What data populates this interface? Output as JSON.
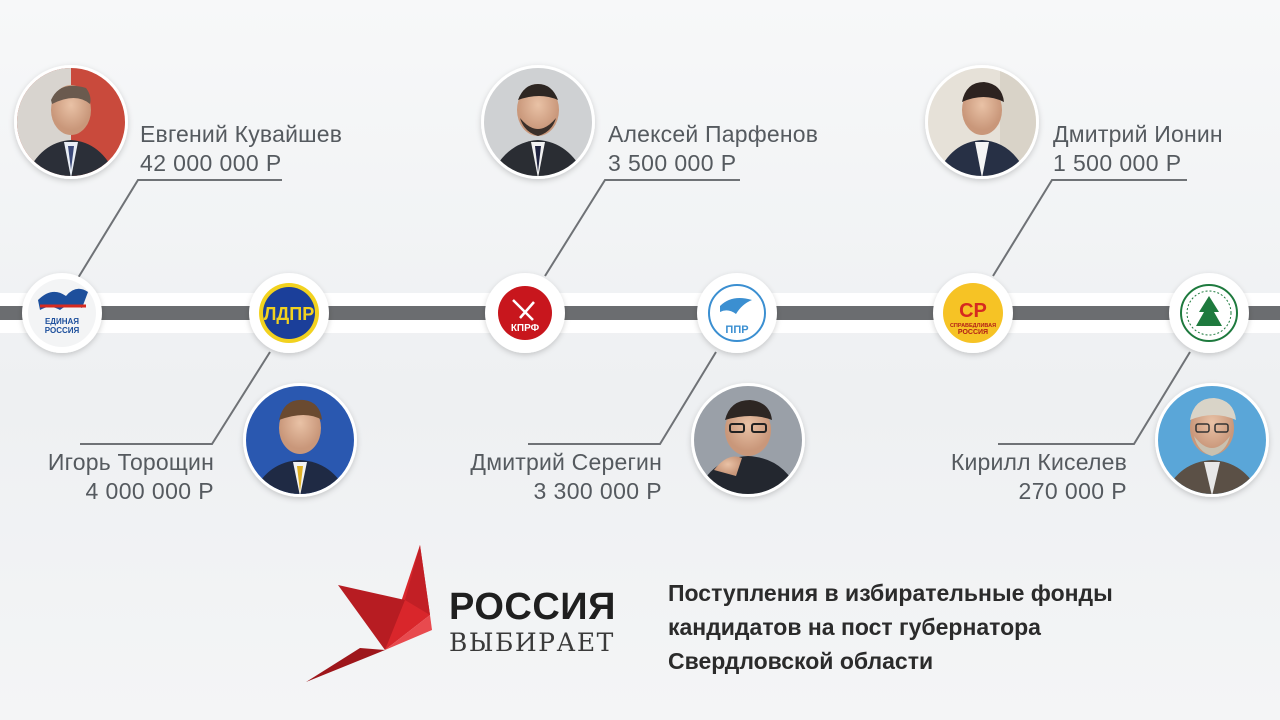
{
  "candidates": [
    {
      "name": "Евгений Кувайшев",
      "amount": "42 000 000 Р",
      "party": "ЕДИНАЯ РОССИЯ"
    },
    {
      "name": "Игорь Торощин",
      "amount": "4 000 000 Р",
      "party": "ЛДПР"
    },
    {
      "name": "Алексей Парфенов",
      "amount": "3 500 000 Р",
      "party": "КПРФ"
    },
    {
      "name": "Дмитрий Серегин",
      "amount": "3 300 000 Р",
      "party": "ППР"
    },
    {
      "name": "Дмитрий Ионин",
      "amount": "1 500 000 Р",
      "party": "СПРАВЕДЛИВАЯ РОССИЯ"
    },
    {
      "name": "Кирилл Киселев",
      "amount": "270 000 Р",
      "party": ""
    }
  ],
  "logo_labels": {
    "er_line1": "ЕДИНАЯ",
    "er_line2": "РОССИЯ",
    "ldpr": "ЛДПР",
    "kprf": "КПРФ",
    "ppr": "ППР",
    "sr_mark": "СР",
    "sr_line1": "СПРАВЕДЛИВАЯ",
    "sr_line2": "РОССИЯ"
  },
  "brand": {
    "line1": "РОССИЯ",
    "line2": "ВЫБИРАЕТ"
  },
  "title_lines": [
    "Поступления в избирательные фонды",
    "кандидатов на пост губернатора",
    "Свердловской области"
  ],
  "colors": {
    "er_blue": "#1d4f9c",
    "ldpr_blue": "#1b3f9a",
    "ldpr_yellow": "#f2d21f",
    "kprf_red": "#c8161d",
    "ppr_blue": "#3b8fd1",
    "sr_red": "#d62a20",
    "sr_yellow": "#f6c325",
    "green_party": "#1e7a3e",
    "brand_red": "#d9262b",
    "rail": "#6b6d70",
    "text": "#555a5f"
  }
}
